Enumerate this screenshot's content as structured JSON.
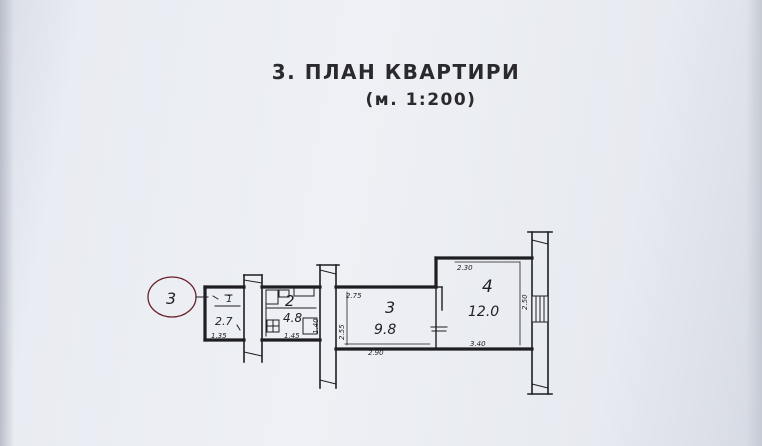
{
  "document": {
    "title": "3. ПЛАН КВАРТИРИ",
    "scale": "(м. 1:200)"
  },
  "plan": {
    "apartment_marker": "3",
    "rooms": [
      {
        "number": "1",
        "area": "2.7"
      },
      {
        "number": "2",
        "area": "4.8"
      },
      {
        "number": "3",
        "area": "9.8"
      },
      {
        "number": "4",
        "area": "12.0"
      }
    ],
    "dimensions": {
      "room1_bottom": "1.35",
      "room2_bottom": "1.45",
      "room2_side": "1.40",
      "room3_top": "2.75",
      "room3_side": "2.55",
      "room3_bottom": "2.90",
      "room4_top": "2.30",
      "room4_side": "2.50",
      "room4_bottom": "3.40"
    }
  }
}
